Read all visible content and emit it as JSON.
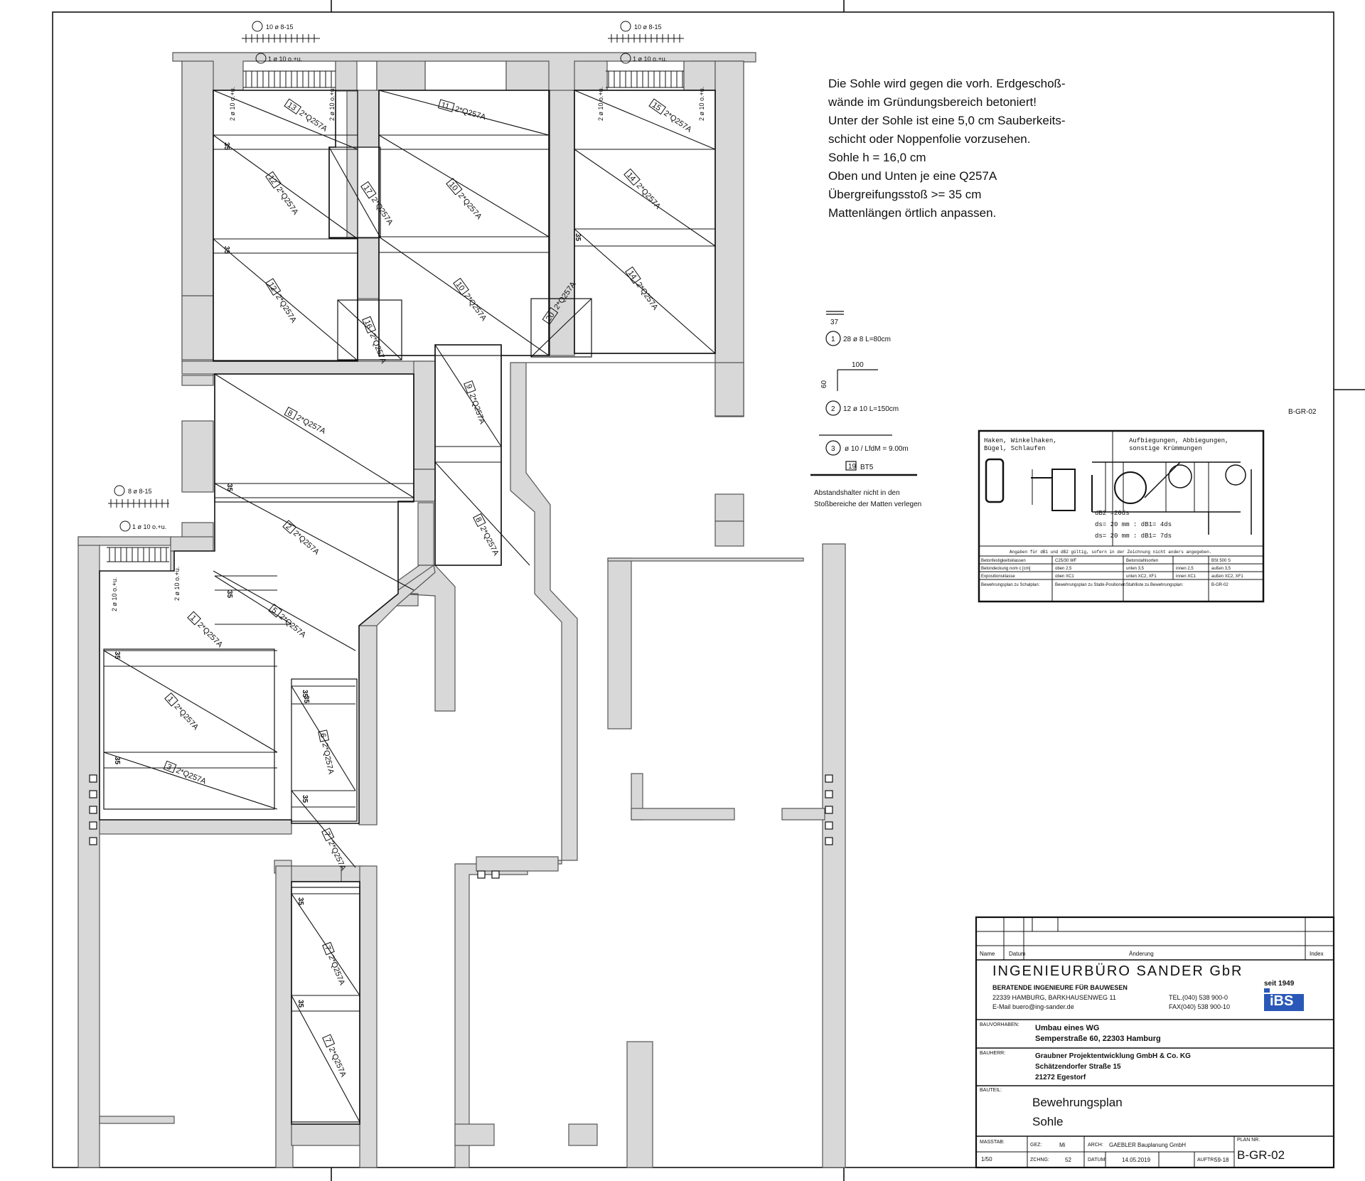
{
  "notes": [
    "Die Sohle wird gegen die vorh. Erdgeschoß-",
    "wände im Gründungsbereich betoniert!",
    "Unter der Sohle ist eine 5,0 cm Sauberkeits-",
    "schicht oder Noppenfolie vorzusehen.",
    "",
    "Sohle h = 16,0  cm",
    "Oben und Unten je eine Q257A",
    "Übergreifungsstoß >= 35 cm",
    "Mattenlängen örtlich anpassen."
  ],
  "sheet_id_right": "B-GR-02",
  "legend": {
    "bar1_dim": "37",
    "bar1_num": "1",
    "bar1_text": "28 ø 8 L=80cm",
    "bar2_top": "100",
    "bar2_side": "60",
    "bar2_num": "2",
    "bar2_text": "12 ø 10 L=150cm",
    "bar3_num": "3",
    "bar3_text": "ø 10 / LfdM = 9.00m",
    "mat_num": "19",
    "mat_text": "BT5",
    "spacer_note_1": "Abstandshalter nicht in den",
    "spacer_note_2": "Stoßbereiche der Matten verlegen"
  },
  "detail_box": {
    "left_title_1": "Haken, Winkelhaken,",
    "left_title_2": "Bügel, Schlaufen",
    "right_title_1": "Aufbiegungen, Abbiegungen,",
    "right_title_2": "sonstige Krümmungen",
    "formula_1": "dB2 =20ds",
    "formula_2": "ds= 20 mm : dB1= 4ds",
    "formula_3": "ds= 20 mm : dB1= 7ds",
    "footnote": "Angaben für dB1 und dB2 gültig, sofern in der Zeichnung nicht anders angegeben.",
    "rows": [
      [
        "Betonfestigkeitsklassen",
        "C25/30 WF",
        "Betonstahlsorten",
        "",
        "BSt 500 S"
      ],
      [
        "Betondeckung nom c [cm]",
        "oben 2,5",
        "unten 3,5",
        "innen 2,5",
        "außen 3,5"
      ],
      [
        "Expositionsklasse",
        "oben XC1",
        "unten XC2, XF1",
        "innen XC1",
        "außen XC2, XF1"
      ],
      [
        "Bewehrungsplan zu Schalplan:",
        "Bewehrungsplan zu Statik-Positionen:",
        "Stahlliste zu Bewehrungsplan:",
        "",
        "B-GR-02"
      ]
    ]
  },
  "mats": [
    {
      "num": "13",
      "label": "2*Q257A"
    },
    {
      "num": "11",
      "label": "2*Q257A"
    },
    {
      "num": "15",
      "label": "2*Q257A"
    },
    {
      "num": "12",
      "label": "2*Q257A"
    },
    {
      "num": "17",
      "label": "2*Q257A"
    },
    {
      "num": "10",
      "label": "2*Q257A"
    },
    {
      "num": "14",
      "label": "2*Q257A"
    },
    {
      "num": "12",
      "label": "2*Q257A"
    },
    {
      "num": "10",
      "label": "2*Q257A"
    },
    {
      "num": "14",
      "label": "2*Q257A"
    },
    {
      "num": "16",
      "label": "2*Q257A"
    },
    {
      "num": "20",
      "label": "2*Q257A"
    },
    {
      "num": "8",
      "label": "2*Q257A"
    },
    {
      "num": "9",
      "label": "2*Q257A"
    },
    {
      "num": "2",
      "label": "2*Q257A"
    },
    {
      "num": "8",
      "label": "2*Q257A"
    },
    {
      "num": "5",
      "label": "2*Q257A"
    },
    {
      "num": "1",
      "label": "2*Q257A"
    },
    {
      "num": "1",
      "label": "2*Q257A"
    },
    {
      "num": "3",
      "label": "2*Q257A"
    },
    {
      "num": "6",
      "label": "2*Q257A"
    },
    {
      "num": "7",
      "label": "2*Q257A"
    },
    {
      "num": "7",
      "label": "2*Q257A"
    },
    {
      "num": "7",
      "label": "2*Q257A"
    }
  ],
  "bar_callouts": [
    {
      "top": "10 ø 8-15",
      "bottom": "1 ø 10  o.+u."
    },
    {
      "top": "10 ø 8-15",
      "bottom": "1 ø 10  o.+u."
    },
    {
      "top": "8 ø 8-15",
      "bottom": "1 ø 10 o.+u."
    }
  ],
  "overlap_mark": "35",
  "side_bar_label": "2 ø 10  o.+u.",
  "title_block": {
    "head_name": "Name",
    "head_date": "Datum",
    "head_change": "Änderung",
    "head_index": "Index",
    "company": "INGENIEURBÜRO SANDER GbR",
    "subtitle": "BERATENDE INGENIEURE FÜR BAUWESEN",
    "address": "22339 HAMBURG, BARKHAUSENWEG 11",
    "email": "E-Mail buero@ing-sander.de",
    "tel": "TEL.(040) 538 900-0",
    "fax": "FAX(040) 538 900-10",
    "since": "seit 1949",
    "logo": "iBS",
    "project_label": "BAUVORHABEN:",
    "project_1": "Umbau eines WG",
    "project_2": "Semperstraße 60, 22303 Hamburg",
    "client_label": "BAUHERR:",
    "client_1": "Graubner Projektentwicklung GmbH & Co. KG",
    "client_2": "Schätzendorfer Straße 15",
    "client_3": "21272 Egestorf",
    "part_label": "BAUTEIL:",
    "part_1": "Bewehrungsplan",
    "part_2": "Sohle",
    "scale_label": "MASSTAB:",
    "scale": "1/50",
    "drawn_label": "GEZ:",
    "drawn": "Mi",
    "arch_label": "ARCH:",
    "arch": "GAEBLER Bauplanung GmbH",
    "sheetno_label": "ZCHNG:",
    "sheetno": "52",
    "date_label": "DATUM:",
    "date": "14.05.2019",
    "order_label": "AUFTR:",
    "order": "59-18",
    "plan_label": "PLAN NR.",
    "plan": "B-GR-02"
  }
}
